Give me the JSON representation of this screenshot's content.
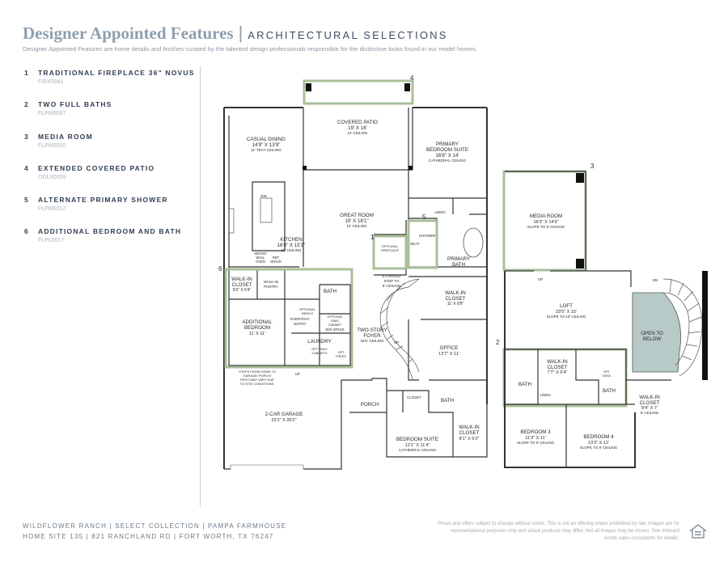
{
  "header": {
    "title": "Designer Appointed Features",
    "separator": "|",
    "subtitle": "ARCHITECTURAL SELECTIONS",
    "intro": "Designer Appointed Features are home details and finishes curated by the talented design professionals responsible for the distinctive looks found in our model homes."
  },
  "features": [
    {
      "num": "1",
      "label": "TRADITIONAL FIREPLACE 36\" NOVUS",
      "code": "FIRX0041"
    },
    {
      "num": "2",
      "label": "TWO FULL BATHS",
      "code": "FLPM0087"
    },
    {
      "num": "3",
      "label": "MEDIA ROOM",
      "code": "FLPM0010"
    },
    {
      "num": "4",
      "label": "EXTENDED COVERED PATIO",
      "code": "ODLX0059"
    },
    {
      "num": "5",
      "label": "ALTERNATE PRIMARY SHOWER",
      "code": "FLPM0012"
    },
    {
      "num": "6",
      "label": "ADDITIONAL BEDROOM AND BATH",
      "code": "FLPL0017"
    }
  ],
  "plan": {
    "markers": {
      "m1": "1",
      "m2": "2",
      "m3": "3",
      "m4": "4",
      "m5": "5",
      "m6": "6"
    },
    "rooms": {
      "patio_name": "COVERED PATIO",
      "patio_dim": "19' X 16'",
      "patio_ceil": "14' CEILING",
      "dining_name": "CASUAL DINING",
      "dining_dim": "14'9\" X 13'9\"",
      "dining_ceil": "11' TRAY CEILING",
      "primary_name1": "PRIMARY",
      "primary_name2": "BEDROOM SUITE",
      "primary_dim": "16'8\" X 14'",
      "primary_ceil": "CATHEDRAL CEILING",
      "great_name": "GREAT ROOM",
      "great_dim": "19' X 18'1\"",
      "great_ceil": "14' CEILING",
      "kitchen_name": "KITCHEN",
      "kitchen_dim": "16'6\" X 15'1\"",
      "kitchen_ceil": "10' CEILING",
      "dw": "DW",
      "micro": "MICRO/",
      "wall": "WALL",
      "oven": "OVEN",
      "ref": "REF",
      "space": "SPACE",
      "linen": "LINEN",
      "shower": "SHOWER",
      "seat": "SEAT",
      "fireplace1": "OPTIONAL",
      "fireplace2": "FIREPLACE",
      "pbath1": "PRIMARY",
      "pbath2": "BATH",
      "wic1_name": "WALK-IN",
      "wic1_name2": "CLOSET",
      "wic1_dim": "5'6\" X 5'4\"",
      "pantry1": "WALK-IN",
      "pantry2": "PANTRY",
      "bath_a": "BATH",
      "storage1": "STORAGE/",
      "storage2": "STEP TO",
      "storage3": "9' CEILING",
      "pwic1": "WALK-IN",
      "pwic2": "CLOSET",
      "pwic_dim": "11' X 8'8\"",
      "addbed1": "ADDITIONAL",
      "addbed2": "BEDROOM",
      "addbed_dim": "11' X 11'",
      "bench1": "OPTIONAL",
      "bench2": "BENCH",
      "everyday1": "EVERYDAY",
      "everyday2": "ENTRY",
      "opt_sink1": "OPTIONAL",
      "opt_sink2": "SINK/",
      "opt_sink3": "CABINET",
      "wd": "W/D SPACE",
      "laundry": "LAUNDRY",
      "opt_cab1": "OPT. SINK/",
      "opt_cab2": "CABINETS",
      "opt_freezer1": "OPT.",
      "opt_freezer2": "FREEZ.",
      "foyer1": "TWO-STORY",
      "foyer2": "FOYER",
      "foyer_ceil": "18'5\" CEILING",
      "office_name": "OFFICE",
      "office_dim": "13'7\" X 11'",
      "up1": "UP",
      "up2": "UP",
      "up3": "UP",
      "dn": "DN",
      "steps1": "STEPS FROM HOME TO",
      "steps2": "GARAGE/ PORCH/",
      "steps3": "PATIO MAY VARY DUE",
      "steps4": "TO SITE CONDITIONS.",
      "porch": "PORCH",
      "closet": "CLOSET",
      "bath_b": "BATH",
      "garage_name": "2-CAR GARAGE",
      "garage_dim": "23'1\" X 20'2\"",
      "bs_name": "BEDROOM SUITE",
      "bs_dim": "12'1\" X 11'4\"",
      "bs_ceil": "CATHEDRAL CEILING",
      "bs_wic1": "WALK-IN",
      "bs_wic2": "CLOSET",
      "bs_wic_dim": "8'1\" X 6'2\"",
      "media_name": "MEDIA ROOM",
      "media_dim": "18'3\" X 14'9\"",
      "media_ceil": "SLOPE TO 8' CEILING",
      "loft_name": "LOFT",
      "loft_dim": "23'5\" X 15'",
      "loft_ceil": "SLOPE TO 10' CEILING",
      "open1": "OPEN TO",
      "open2": "BELOW",
      "uwic1": "WALK-IN",
      "uwic2": "CLOSET",
      "uwic_dim": "7'7\" X 6'4\"",
      "ubath1": "BATH",
      "ubath2": "BATH",
      "ulinen": "LINEN",
      "opt_desk1": "OPT.",
      "opt_desk2": "DESK",
      "uwic3": "WALK-IN",
      "uwic4": "CLOSET",
      "uwic2_dim": "8'4\" X 7'",
      "uwic2_ceil": "9' CEILING",
      "bed3_name": "BEDROOM 3",
      "bed3_dim": "11'3\" X 11'",
      "bed3_ceil": "SLOPE TO 9' CEILING",
      "bed4_name": "BEDROOM 4",
      "bed4_dim": "13'3\" X 12'",
      "bed4_ceil": "SLOPE TO 9' CEILING"
    }
  },
  "footer": {
    "line1": "WILDFLOWER RANCH | SELECT COLLECTION | PAMPA FARMHOUSE",
    "line2": "HOME SITE 135 | 821 RANCHLAND RD | FORT WORTH, TX 76247",
    "disclaimer": "Prices and offers subject to change without notice. This is not an offering where prohibited by law. Images are for representational purposes only and actual products may differ. Not all images may be shown. See onboard onsite sales consultants for details."
  },
  "colors": {
    "highlight": "#a9bf9b",
    "open_below": "#b7cac8",
    "title": "#8e9fae"
  },
  "icons": [
    "equal-housing-icon"
  ]
}
